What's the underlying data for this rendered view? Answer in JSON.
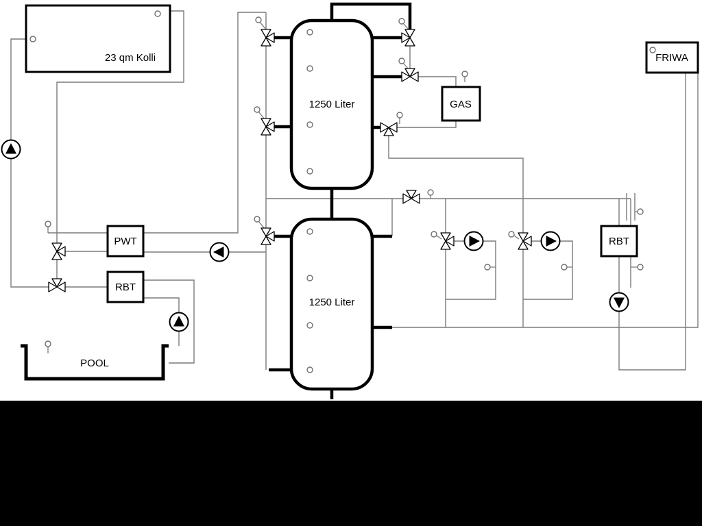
{
  "diagram": {
    "background_color": "#ffffff",
    "mask_color": "#000000",
    "pipe_color": "#7a7a7a",
    "outline_color": "#000000",
    "labels": {
      "collector": "23 qm Kolli",
      "tank_top": "1250 Liter",
      "tank_bottom": "1250 Liter",
      "pwt": "PWT",
      "rbt_left": "RBT",
      "rbt_right": "RBT",
      "gas": "GAS",
      "friwa": "FRIWA",
      "pool": "POOL"
    }
  }
}
